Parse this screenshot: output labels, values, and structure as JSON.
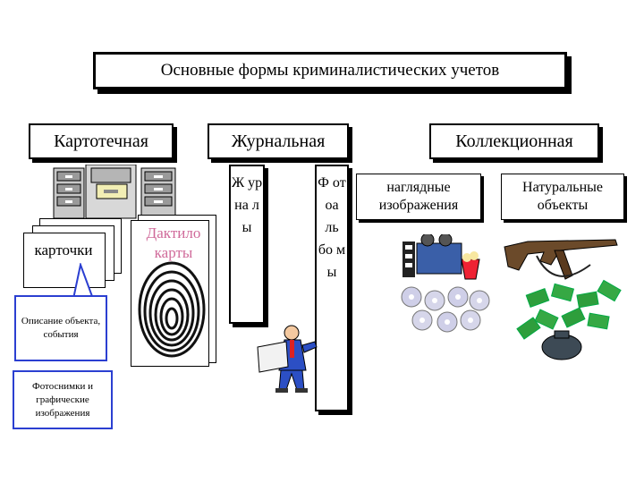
{
  "title": "Основные формы криминалистических учетов",
  "categories": {
    "card_index": "Картотечная",
    "journal": "Журнальная",
    "collection": "Коллекционная"
  },
  "card_index": {
    "cards_label": "карточки",
    "dactylo_label": "Дактило карты",
    "note_description": "Описание объекта, события",
    "note_photos": "Фотоснимки и графические изображения"
  },
  "journal": {
    "journals_vertical": "Ж ур на л ы",
    "photo_albums_vertical": "Ф от оа ль бо м ы"
  },
  "collection": {
    "visual_images": "наглядные изображения",
    "natural_objects": "Натуральные объекты"
  },
  "colors": {
    "note_border": "#2b3fd1",
    "dactylo_text": "#d06a9a",
    "cabinet_gray": "#a9a9a9",
    "money_green": "#2e9e3c"
  }
}
